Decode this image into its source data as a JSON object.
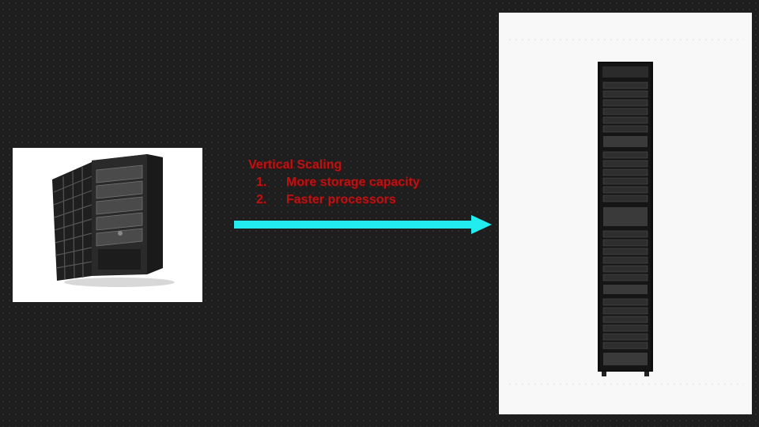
{
  "caption": {
    "title": "Vertical Scaling",
    "items": [
      {
        "number": "1.",
        "text": "More storage capacity"
      },
      {
        "number": "2.",
        "text": "Faster processors"
      }
    ]
  },
  "colors": {
    "background": "#1e1e1e",
    "caption_text": "#b81414",
    "arrow": "#22ecf0"
  },
  "images": {
    "left": "small-tower-server-image",
    "right": "server-rack-image"
  }
}
